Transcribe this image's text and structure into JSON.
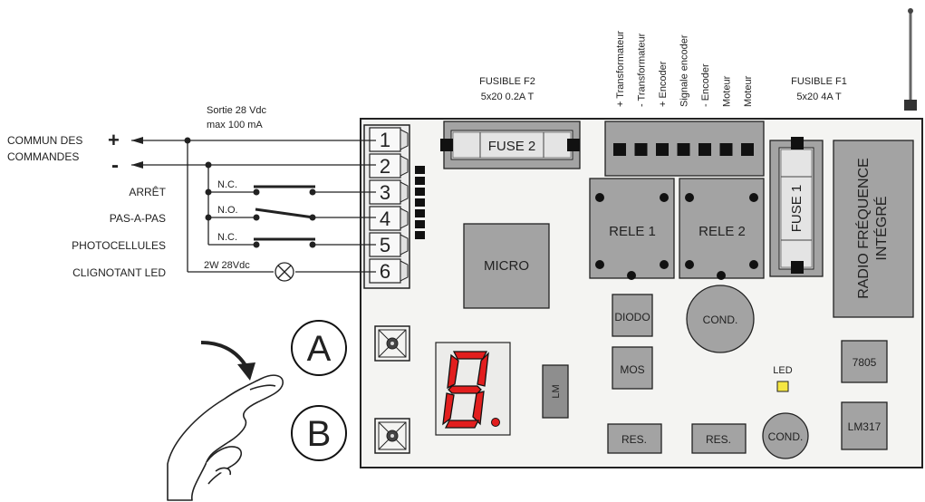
{
  "left_labels": {
    "commun_line1": "COMMUN DES",
    "commun_line2": "COMMANDES",
    "plus": "+",
    "minus": "-",
    "arret": "ARRÊT",
    "pas_a_pas": "PAS-A-PAS",
    "photocellules": "PHOTOCELLULES",
    "clignotant": "CLIGNOTANT LED"
  },
  "contacts": {
    "nc1": "N.C.",
    "no": "N.O.",
    "nc2": "N.C.",
    "lamp": "2W 28Vdc"
  },
  "sortie": {
    "line1": "Sortie 28 Vdc",
    "line2": "max 100 mA"
  },
  "fuse_f2": {
    "line1": "FUSIBLE F2",
    "line2": "5x20 0.2A T"
  },
  "fuse_f1": {
    "line1": "FUSIBLE F1",
    "line2": "5x20 4A T"
  },
  "top_connector_labels": [
    "+ Transformateur",
    "- Transformateur",
    "+ Encoder",
    "Signale encoder",
    "- Encoder",
    "Moteur",
    "Moteur"
  ],
  "terminals": [
    "1",
    "2",
    "3",
    "4",
    "5",
    "6"
  ],
  "components": {
    "fuse2": "FUSE 2",
    "fuse1": "FUSE 1",
    "rele1": "RELE 1",
    "rele2": "RELE 2",
    "micro": "MICRO",
    "radio_line1": "RADIO FRÉQUENCE",
    "radio_line2": "INTÉGRÉ",
    "diodo": "DIODO",
    "mos": "MOS",
    "cond_big": "COND.",
    "cond_small": "COND.",
    "lm": "LM",
    "res1": "RES.",
    "res2": "RES.",
    "r7805": "7805",
    "lm317": "LM317",
    "led": "LED"
  },
  "buttons": {
    "a": "A",
    "b": "B"
  },
  "colors": {
    "board": "#f4f4f2",
    "component": "#9d9d9d",
    "digit": "#e21e1e",
    "led": "#f5e642"
  }
}
